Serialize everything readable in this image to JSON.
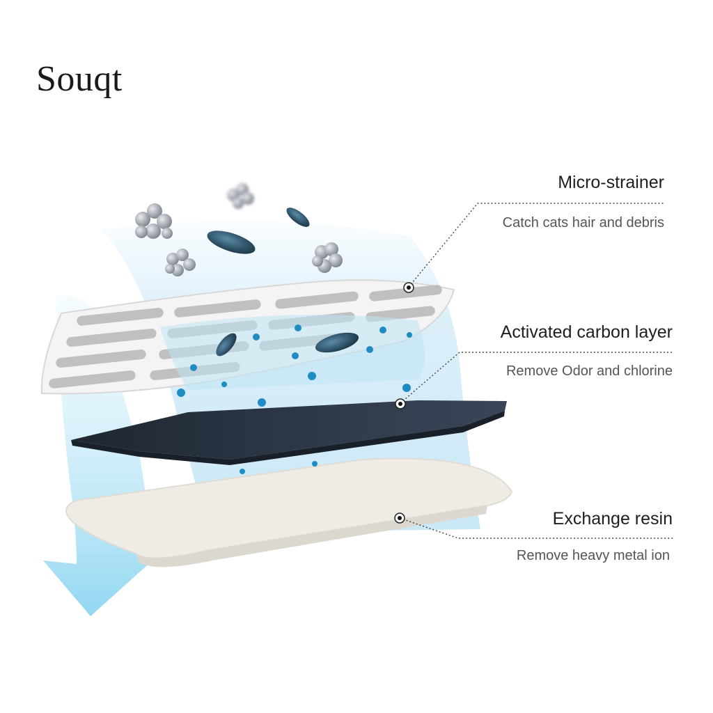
{
  "brand": {
    "name": "Souqt"
  },
  "colors": {
    "water": "#bfe3f4",
    "arrow": "#8fd3f0",
    "carbon": "#2b3442",
    "resin": "#efece6",
    "dot": "#1f8cc4"
  },
  "layers": [
    {
      "title": "Micro-strainer",
      "description": "Catch cats hair and debris"
    },
    {
      "title": "Activated carbon layer",
      "description": "Remove Odor and chlorine"
    },
    {
      "title": "Exchange resin",
      "description": "Remove heavy metal ion"
    }
  ]
}
